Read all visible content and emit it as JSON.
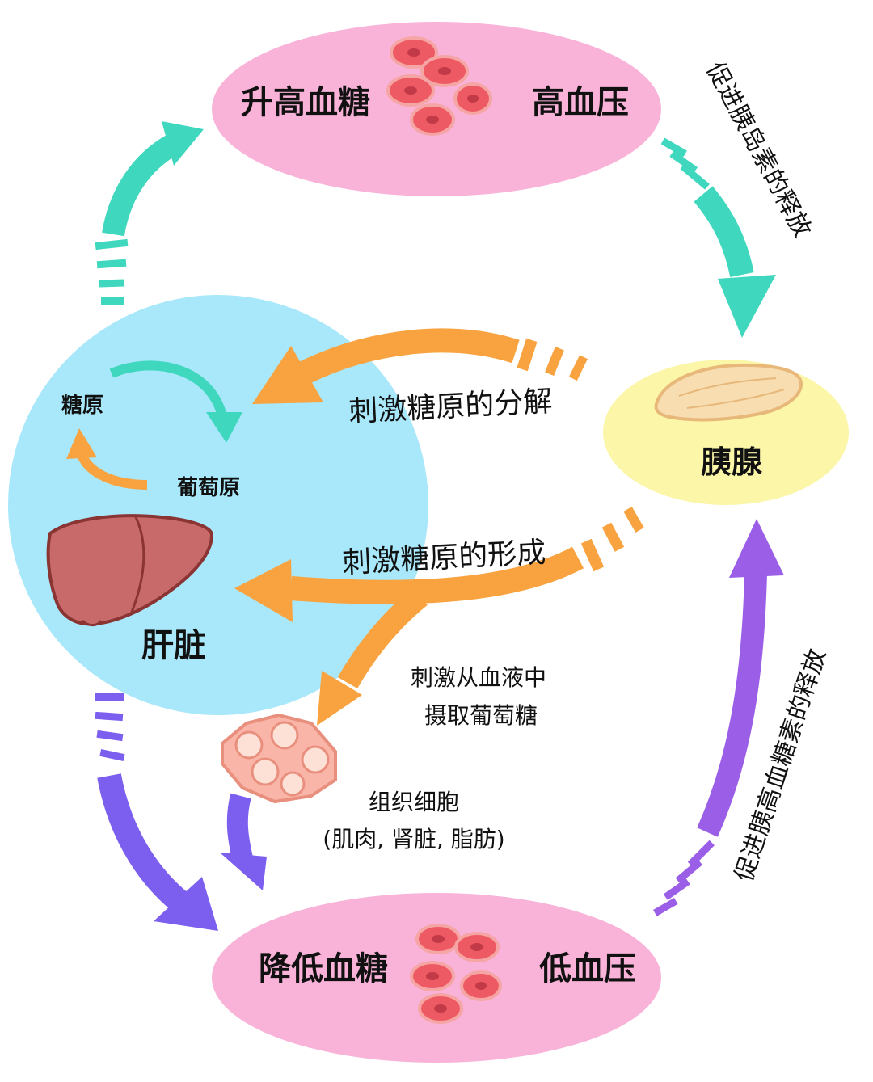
{
  "top_node": {
    "left_label": "升高血糖",
    "right_label": "高血压"
  },
  "bottom_node": {
    "left_label": "降低血糖",
    "right_label": "低血压"
  },
  "pancreas": {
    "label": "胰腺"
  },
  "liver": {
    "label": "肝脏",
    "glycogen": "糖原",
    "glucose": "葡萄原"
  },
  "tissue": {
    "line1": "组织细胞",
    "line2": "(肌肉, 肾脏, 脂肪)"
  },
  "edges": {
    "insulin": "促进胰岛素的释放",
    "glucagon": "促进胰高血糖素的释放",
    "breakdown": "刺激糖原的分解",
    "formation": "刺激糖原的形成",
    "uptake_line1": "刺激从血液中",
    "uptake_line2": "摄取葡萄糖"
  },
  "colors": {
    "pink": "#f9b2d8",
    "blue": "#a8e8fa",
    "yellow": "#fbf6a8",
    "teal": "#3fd7bd",
    "orange": "#f8a340",
    "purple": "#9a5fe6",
    "purple_dark": "#7d5ff0"
  }
}
